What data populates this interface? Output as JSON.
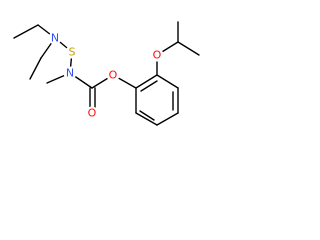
{
  "molecule": {
    "atoms": {
      "n_amine": {
        "symbol": "N",
        "color": "#3050F8"
      },
      "s_link": {
        "symbol": "S",
        "color": "#C8A000"
      },
      "n_carbamate": {
        "symbol": "N",
        "color": "#3050F8"
      },
      "o_carbonyl": {
        "symbol": "O",
        "color": "#FF0D0D"
      },
      "o_ester": {
        "symbol": "O",
        "color": "#FF0D0D"
      },
      "o_ether": {
        "symbol": "O",
        "color": "#FF0D0D"
      }
    },
    "bond_color": "#000000"
  }
}
